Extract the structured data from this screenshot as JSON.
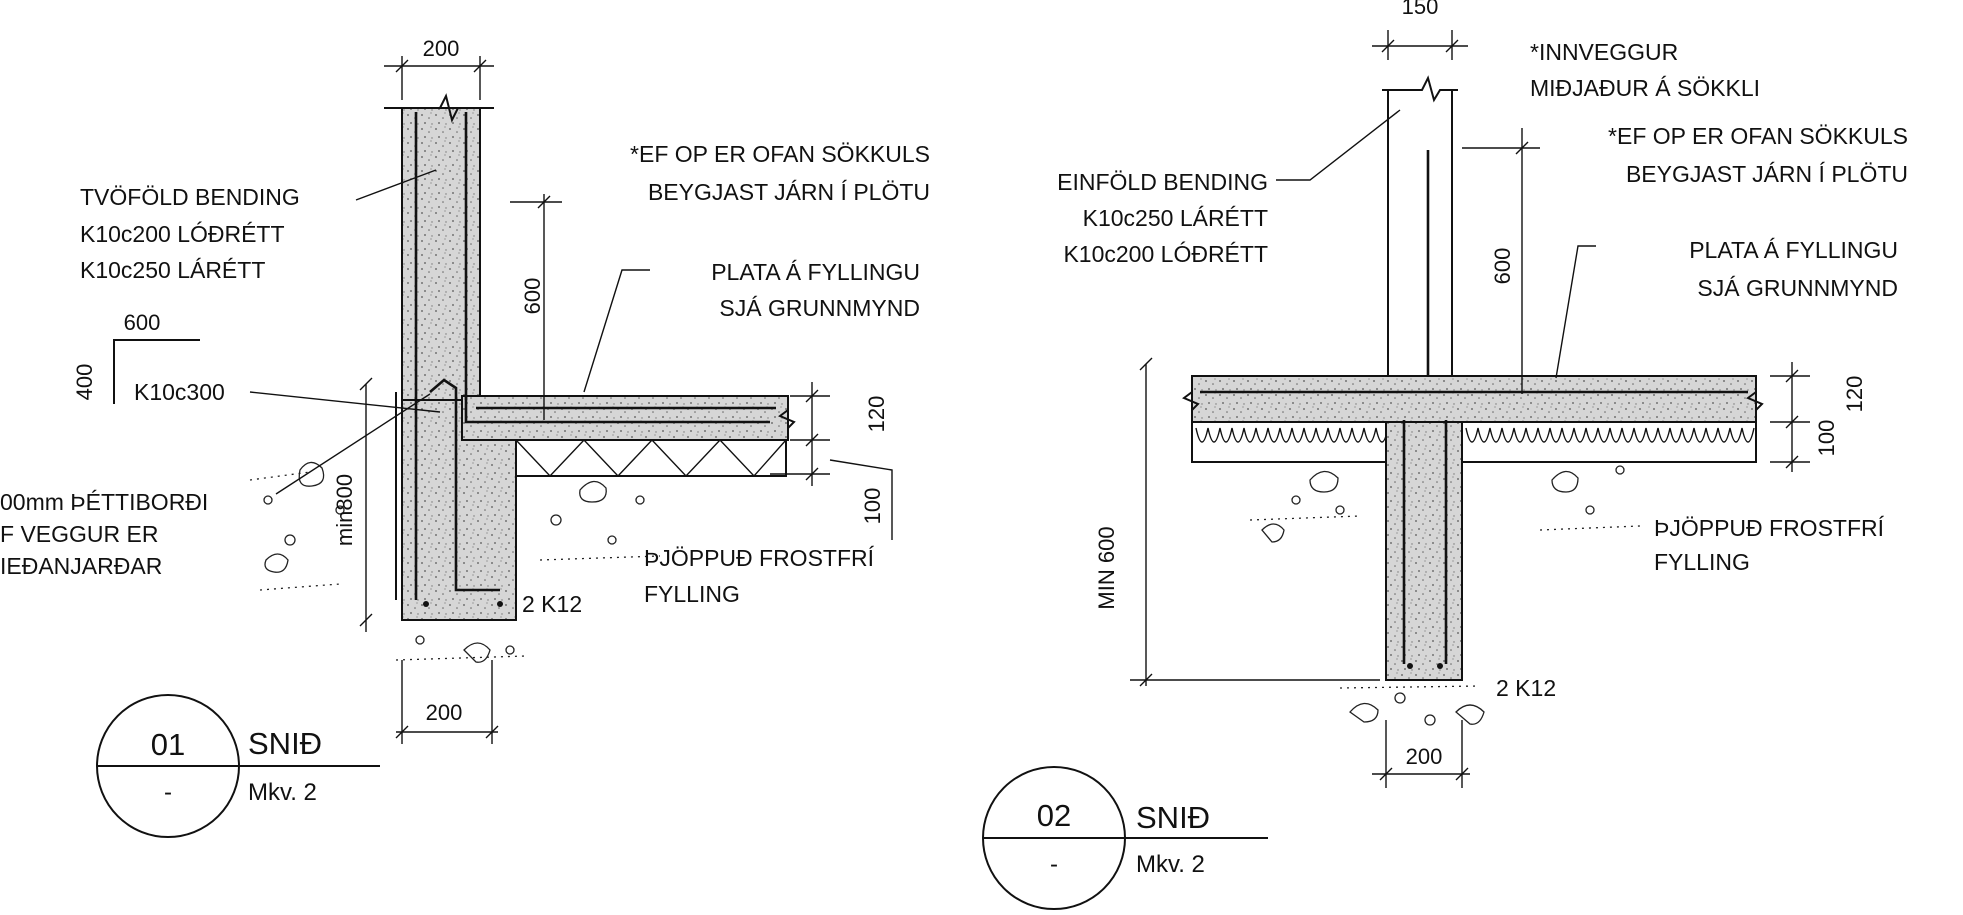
{
  "detail_01": {
    "dim_top_width": "200",
    "dim_bottom_width": "200",
    "dim_600_horizontal": "600",
    "dim_400_vertical": "400",
    "dim_opening_600": "600",
    "dim_slab_120": "120",
    "dim_insulation_100": "100",
    "dim_min_800": "min800",
    "label_double_reinforcement": [
      "TVÖFÖLD BENDING",
      "K10c200 LÓÐRÉTT",
      "K10c250 LÁRÉTT"
    ],
    "label_opening_note": [
      "*EF OP ER OFAN SÖKKULS",
      "BEYGJAST JÁRN Í PLÖTU"
    ],
    "label_slab": [
      "PLATA Á FYLLINGU",
      "SJÁ GRUNNMYND"
    ],
    "label_dowel": "K10c300",
    "label_membrane": [
      "00mm ÞÉTTIBORÐI",
      "F VEGGUR ER",
      "IEÐANJARÐAR"
    ],
    "label_fill": [
      "ÞJÖPPUÐ FROSTFRÍ",
      "FYLLING"
    ],
    "label_bottom_bars": "2 K12",
    "section_number": "01",
    "section_title": "SNIÐ",
    "section_sheet": "-",
    "section_scale": "Mkv. 2"
  },
  "detail_02": {
    "dim_top_width": "150",
    "dim_bottom_width": "200",
    "dim_opening_600": "600",
    "dim_slab_120": "120",
    "dim_insulation_100": "100",
    "dim_min_600": "MIN 600",
    "label_inner_wall": [
      "*INNVEGGUR",
      "MIÐJAÐUR Á SÖKKLI"
    ],
    "label_opening_note": [
      "*EF OP ER OFAN SÖKKULS",
      "BEYGJAST JÁRN Í PLÖTU"
    ],
    "label_single_reinforcement": [
      "EINFÖLD BENDING",
      "K10c250 LÁRÉTT",
      "K10c200 LÓÐRÉTT"
    ],
    "label_slab": [
      "PLATA Á FYLLINGU",
      "SJÁ GRUNNMYND"
    ],
    "label_fill": [
      "ÞJÖPPUÐ FROSTFRÍ",
      "FYLLING"
    ],
    "label_bottom_bars": "2 K12",
    "section_number": "02",
    "section_title": "SNIÐ",
    "section_sheet": "-",
    "section_scale": "Mkv. 2"
  }
}
